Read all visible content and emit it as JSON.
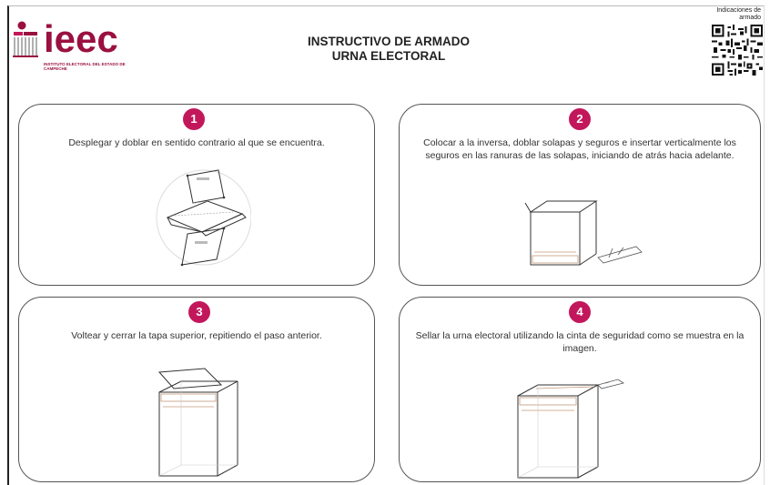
{
  "header": {
    "logo_text": "ieec",
    "logo_subtitle": "INSTITUTO ELECTORAL DEL ESTADO DE CAMPECHE",
    "title_line1": "INSTRUCTIVO DE ARMADO",
    "title_line2": "URNA ELECTORAL",
    "qr_label": "Indicaciones de armado"
  },
  "colors": {
    "brand": "#c2185b",
    "logo_dark": "#9a1040",
    "border": "#555555"
  },
  "steps": [
    {
      "number": "1",
      "text": "Desplegar y doblar en  sentido contrario al que se encuentra."
    },
    {
      "number": "2",
      "text": "Colocar a la inversa, doblar solapas y seguros e insertar verticalmente los seguros en las ranuras de las solapas, iniciando de atrás hacia adelante."
    },
    {
      "number": "3",
      "text": "Voltear y cerrar la tapa superior, repitiendo el paso anterior."
    },
    {
      "number": "4",
      "text": "Sellar la urna electoral utilizando la cinta de seguridad como se muestra en la imagen."
    }
  ],
  "icons": {
    "logo": "ieec-logo-icon",
    "qr": "qr-code-icon"
  }
}
